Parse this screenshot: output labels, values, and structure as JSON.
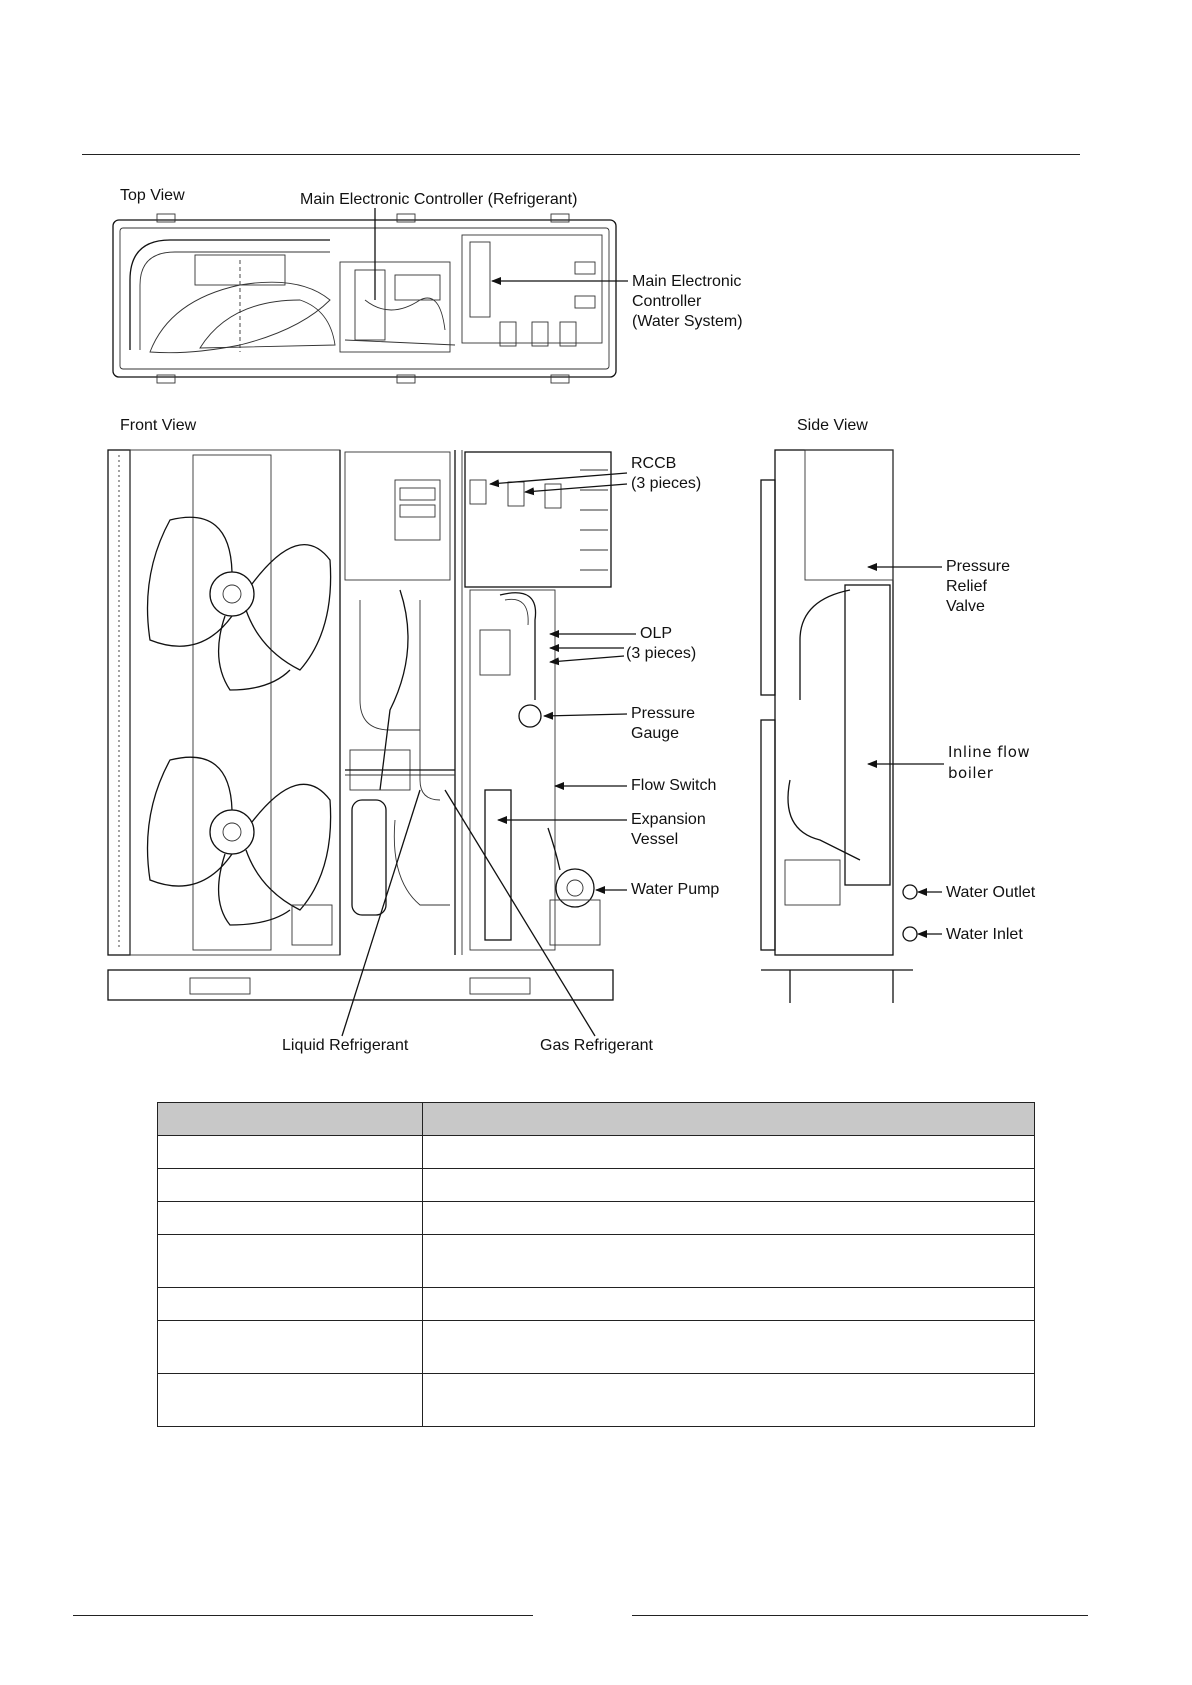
{
  "diagram": {
    "top_view": {
      "title": "Top View",
      "labels": {
        "main_controller_refrigerant": "Main Electronic Controller (Refrigerant)",
        "main_controller_water_1": "Main Electronic",
        "main_controller_water_2": "Controller",
        "main_controller_water_3": "(Water System)"
      }
    },
    "front_view": {
      "title": "Front View",
      "labels": {
        "rccb_1": "RCCB",
        "rccb_2": "(3 pieces)",
        "olp_1": "OLP",
        "olp_2": "(3 pieces)",
        "pressure_gauge_1": "Pressure",
        "pressure_gauge_2": "Gauge",
        "flow_switch": "Flow Switch",
        "expansion_vessel_1": "Expansion",
        "expansion_vessel_2": "Vessel",
        "water_pump": "Water Pump",
        "liquid_refrigerant": "Liquid Refrigerant",
        "gas_refrigerant": "Gas Refrigerant"
      }
    },
    "side_view": {
      "title": "Side View",
      "labels": {
        "pressure_relief_1": "Pressure",
        "pressure_relief_2": "Relief",
        "pressure_relief_3": "Valve",
        "inline_boiler_1": "Inline flow",
        "inline_boiler_2": "boiler",
        "water_outlet": "Water Outlet",
        "water_inlet": "Water Inlet"
      }
    }
  },
  "table": {
    "headers": [
      "",
      ""
    ],
    "rows": [
      [
        "",
        ""
      ],
      [
        "",
        ""
      ],
      [
        "",
        ""
      ],
      [
        "",
        ""
      ],
      [
        "",
        ""
      ],
      [
        "",
        ""
      ],
      [
        "",
        ""
      ]
    ]
  }
}
